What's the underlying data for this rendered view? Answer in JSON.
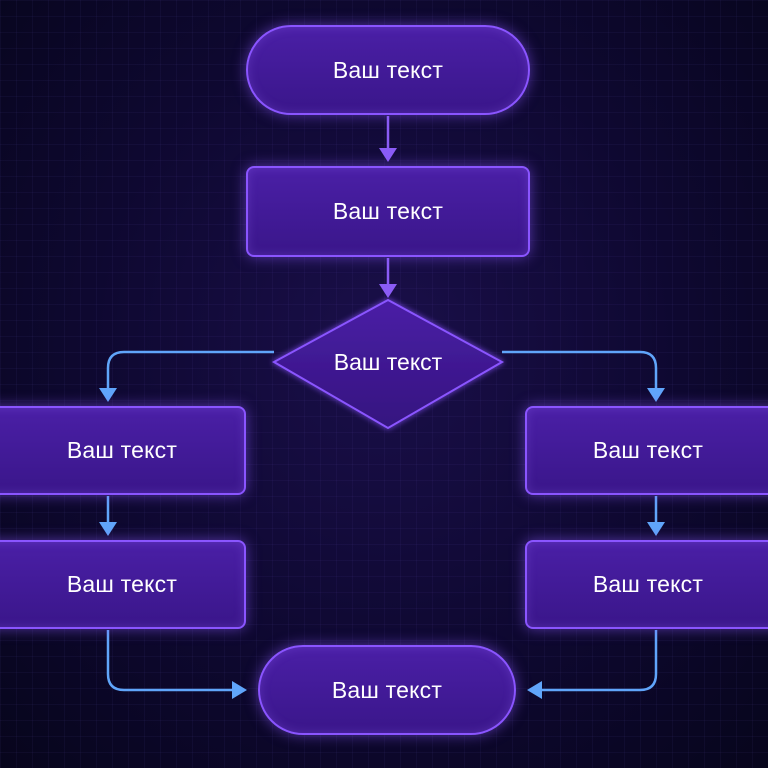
{
  "diagram": {
    "nodes": {
      "start": "Ваш текст",
      "step": "Ваш текст",
      "decision": "Ваш текст",
      "left_1": "Ваш текст",
      "left_2": "Ваш текст",
      "right_1": "Ваш текст",
      "right_2": "Ваш текст",
      "end": "Ваш текст"
    },
    "colors": {
      "background": "#0e0830",
      "node_fill": "#3f1896",
      "node_border": "#8a55ff",
      "arrow_purple": "#8b5cf6",
      "arrow_blue": "#60a5fa"
    }
  }
}
